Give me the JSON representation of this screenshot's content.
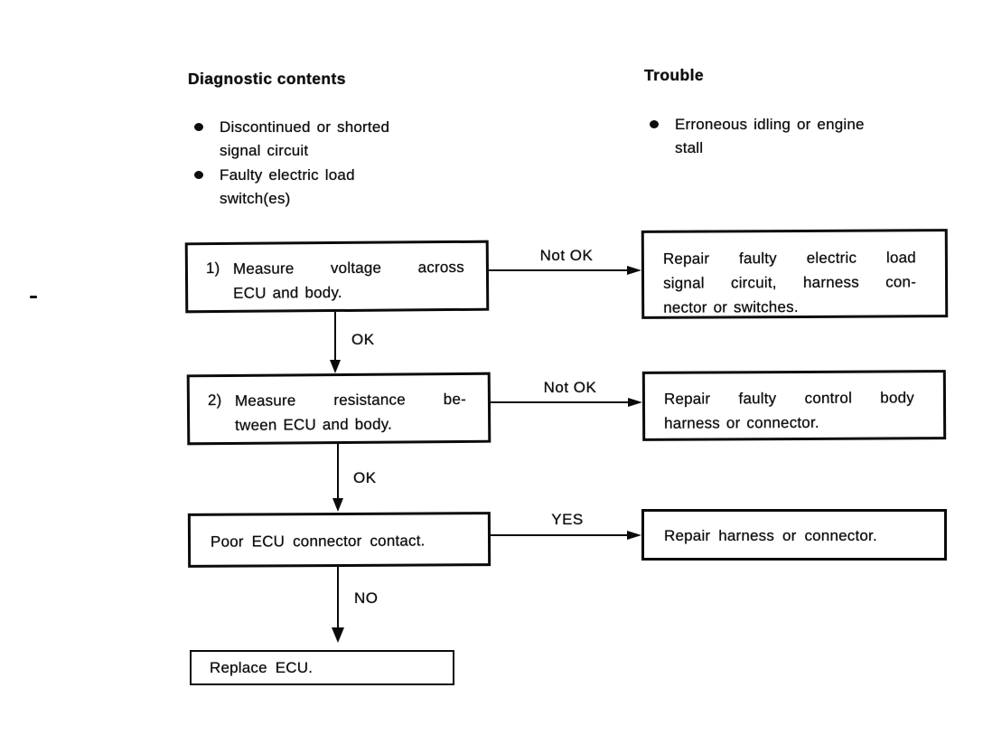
{
  "colors": {
    "ink": "#0d0d0d",
    "paper": "#ffffff"
  },
  "sections": {
    "diagnostic": {
      "title": "Diagnostic contents",
      "items": [
        {
          "lines": [
            "Discontinued or shorted",
            "signal circuit"
          ]
        },
        {
          "lines": [
            "Faulty electric load",
            "switch(es)"
          ]
        }
      ]
    },
    "trouble": {
      "title": "Trouble",
      "items": [
        {
          "lines": [
            "Erroneous idling or engine",
            "stall"
          ]
        }
      ]
    }
  },
  "flowchart": {
    "steps": {
      "box1": {
        "marker": "1)",
        "lines": [
          "Measure voltage across",
          "ECU and body."
        ]
      },
      "box2": {
        "marker": "2)",
        "lines": [
          "Measure resistance be-",
          "tween ECU and body."
        ]
      },
      "box3": {
        "line": "Poor ECU connector contact."
      },
      "box4": {
        "line": "Replace ECU."
      }
    },
    "results": {
      "result1": {
        "lines": [
          "Repair faulty electric load",
          "signal circuit, harness con-",
          "nector or switches."
        ]
      },
      "result2": {
        "lines": [
          "Repair faulty control body",
          "harness or connector."
        ]
      },
      "result3": {
        "line": "Repair harness or connector."
      }
    },
    "labels": {
      "not_ok_1": "Not OK",
      "ok_1": "OK",
      "not_ok_2": "Not OK",
      "ok_2": "OK",
      "yes": "YES",
      "no": "NO"
    }
  }
}
